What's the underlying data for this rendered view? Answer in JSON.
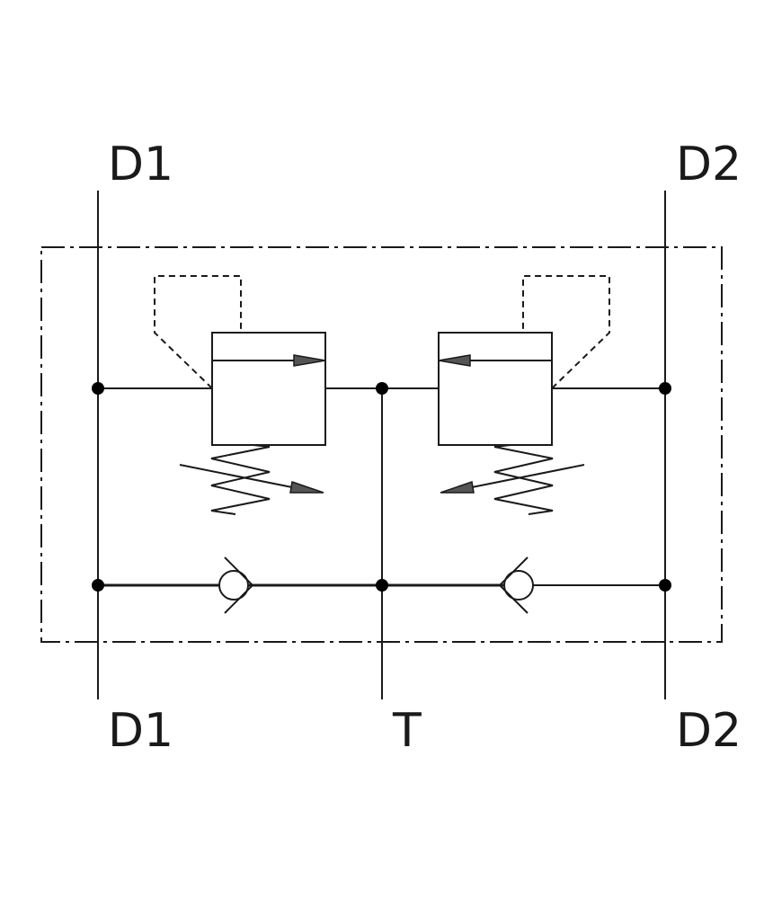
{
  "ports": {
    "top_left": "D1",
    "top_right": "D2",
    "bottom_left": "D1",
    "bottom_center": "T",
    "bottom_right": "D2"
  },
  "colors": {
    "line": "#1a1a1a",
    "background": "#ffffff"
  }
}
